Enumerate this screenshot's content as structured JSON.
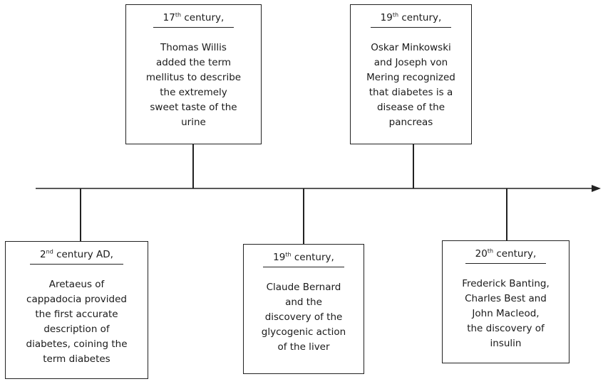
{
  "events": [
    {
      "id": "thomas-willis",
      "ordinal": "17",
      "suffix": "th",
      "after": " century,",
      "lines": [
        "Thomas Willis",
        "added the term",
        "mellitus to describe",
        "the extremely",
        "sweet taste of the",
        "urine"
      ]
    },
    {
      "id": "minkowski-mering",
      "ordinal": "19",
      "suffix": "th",
      "after": " century,",
      "lines": [
        "Oskar Minkowski",
        "and Joseph von",
        "Mering recognized",
        "that diabetes is a",
        "disease of the",
        "pancreas"
      ]
    },
    {
      "id": "aretaeus",
      "ordinal": "2",
      "suffix": "nd",
      "after": " century AD,",
      "lines": [
        "Aretaeus of",
        "cappadocia provided",
        "the first accurate",
        "description of",
        "diabetes, coining the",
        "term diabetes"
      ]
    },
    {
      "id": "claude-bernard",
      "ordinal": "19",
      "suffix": "th",
      "after": " century,",
      "lines": [
        "Claude Bernard",
        "and the",
        "discovery of the",
        "glycogenic action",
        "of the liver"
      ]
    },
    {
      "id": "banting-best-macleod",
      "ordinal": "20",
      "suffix": "th",
      "after": " century,",
      "lines": [
        "Frederick Banting,",
        "Charles Best and",
        "John Macleod,",
        "the discovery of",
        "insulin"
      ]
    }
  ]
}
